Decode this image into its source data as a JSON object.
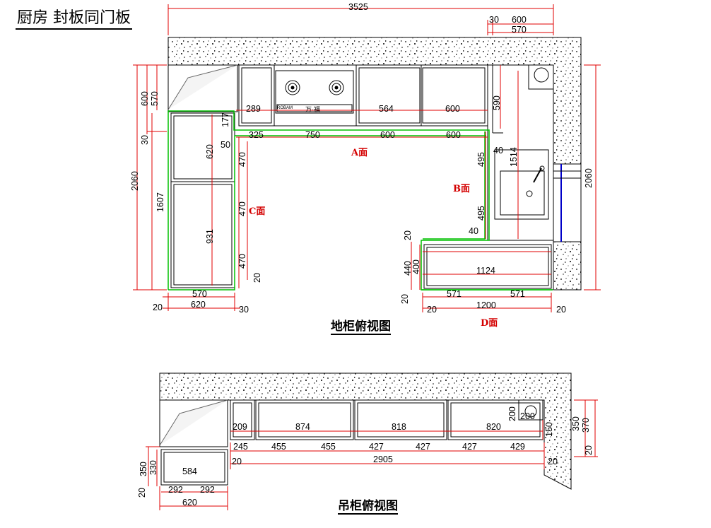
{
  "title": "厨房 封板同门板",
  "views": {
    "base": {
      "title": "地柜俯视图",
      "faces": {
        "a": "A面",
        "b": "B面",
        "c": "C面",
        "d": "D面"
      },
      "dims": {
        "total_width": "3525",
        "right_30": "30",
        "right_600": "600",
        "right_570": "570",
        "left_600": "600",
        "left_570": "570",
        "left_30": "30",
        "left_2060": "2060",
        "left_1607": "1607",
        "right_2060": "2060",
        "top_177": "177",
        "top_289": "289",
        "top_564": "564",
        "top_600": "600",
        "top_590": "590",
        "a_325": "325",
        "a_750": "750",
        "a_600a": "600",
        "a_600b": "600",
        "a_50": "50",
        "b_40a": "40",
        "b_1514": "1514",
        "c_620": "620",
        "c_931": "931",
        "c_470a": "470",
        "c_470b": "470",
        "c_470c": "470",
        "c_20": "20",
        "b_495a": "495",
        "b_495b": "495",
        "b_20": "20",
        "b_40b": "40",
        "d_440": "440",
        "d_400": "400",
        "d_1124": "1124",
        "d_20_left": "20",
        "d_571a": "571",
        "d_571b": "571",
        "d_1200": "1200",
        "d_20a": "20",
        "d_20b": "20",
        "bl_570": "570",
        "bl_620": "620",
        "bl_20": "20",
        "bl_30": "30"
      },
      "stove_brand": "ROBAM",
      "stove_model": "万·福"
    },
    "wall": {
      "title": "吊柜俯视图",
      "dims": {
        "w_209": "209",
        "w_874": "874",
        "w_818": "818",
        "w_820": "820",
        "w_200a": "200",
        "w_200b": "200",
        "w_150": "150",
        "w_350r": "350",
        "w_370": "370",
        "w_20r": "20",
        "w_245": "245",
        "w_455a": "455",
        "w_455b": "455",
        "w_427a": "427",
        "w_427b": "427",
        "w_427c": "427",
        "w_429": "429",
        "w_20a": "20",
        "w_2905": "2905",
        "w_20b": "20",
        "w_350l": "350",
        "w_330": "330",
        "w_584": "584",
        "w_20l": "20",
        "w_292a": "292",
        "w_292b": "292",
        "w_620": "620"
      }
    }
  },
  "colors": {
    "dimension": "#e00000",
    "panel_outline": "#00c000",
    "wall_hatch": "#000000",
    "pipe": "#0000c8"
  }
}
